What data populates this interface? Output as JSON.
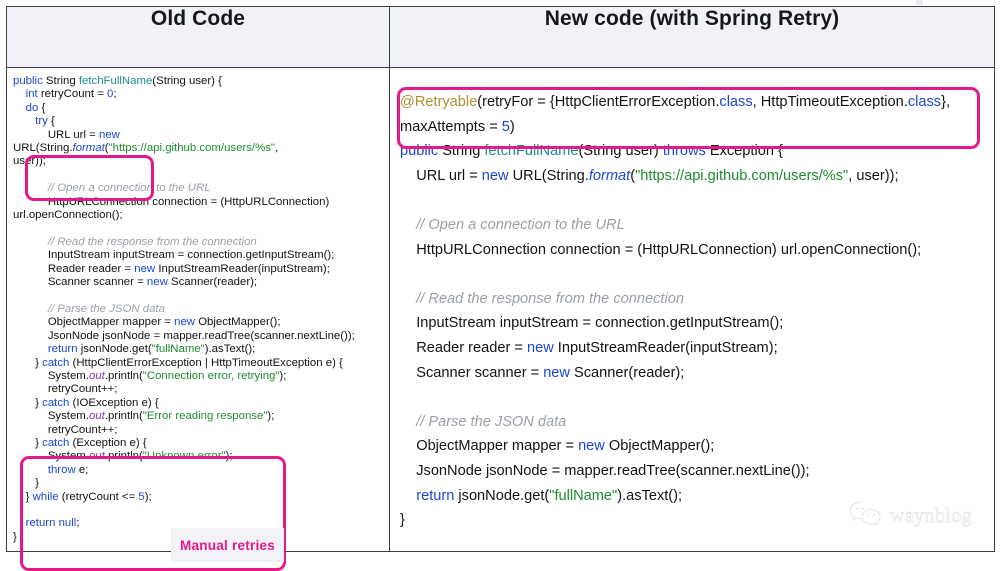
{
  "colors": {
    "accent_magenta": "#e6198c",
    "header_bg": "#f0f2f7",
    "border": "#3a3f44",
    "keyword_blue": "#1a47d8",
    "string_green": "#1f8b2f",
    "comment_gray": "#9aa0a6",
    "type_teal": "#1f7a8c",
    "annotation_olive": "#a99130",
    "label_bg": "#f3f2f7"
  },
  "table": {
    "headers": {
      "left": "Old Code",
      "right": "New code (with Spring Retry)"
    }
  },
  "old_code": {
    "lines": [
      "public String fetchFullName(String user) {",
      "  int retryCount = 0;",
      "  do {",
      "    try {",
      "      URL url = new URL(String.format(\"https://api.github.com/users/%s\", user));",
      "",
      "      // Open a connection to the URL",
      "      HttpURLConnection connection = (HttpURLConnection) url.openConnection();",
      "",
      "      // Read the response from the connection",
      "      InputStream inputStream = connection.getInputStream();",
      "      Reader reader = new InputStreamReader(inputStream);",
      "      Scanner scanner = new Scanner(reader);",
      "",
      "      // Parse the JSON data",
      "      ObjectMapper mapper = new ObjectMapper();",
      "      JsonNode jsonNode = mapper.readTree(scanner.nextLine());",
      "      return jsonNode.get(\"fullName\").asText();",
      "    } catch (HttpClientErrorException | HttpTimeoutException e) {",
      "      System.out.println(\"Connection error, retrying\");",
      "      retryCount++;",
      "    } catch (IOException e) {",
      "      System.out.println(\"Error reading response\");",
      "      retryCount++;",
      "    } catch (Exception e) {",
      "      System.out.println(\"Unknown error\");",
      "      throw e;",
      "    }",
      "  } while (retryCount <= 5);",
      "",
      "  return null;",
      "}"
    ],
    "annotation_label": "Manual retries"
  },
  "new_code": {
    "lines": [
      "@Retryable(retryFor = {HttpClientErrorException.class, HttpTimeoutException.class},",
      "maxAttempts = 5)",
      "public String fetchFullName(String user) throws Exception {",
      "   URL url = new URL(String.format(\"https://api.github.com/users/%s\", user));",
      "",
      "   // Open a connection to the URL",
      "   HttpURLConnection connection = (HttpURLConnection) url.openConnection();",
      "",
      "   // Read the response from the connection",
      "   InputStream inputStream = connection.getInputStream();",
      "   Reader reader = new InputStreamReader(inputStream);",
      "   Scanner scanner = new Scanner(reader);",
      "",
      "   // Parse the JSON data",
      "   ObjectMapper mapper = new ObjectMapper();",
      "   JsonNode jsonNode = mapper.readTree(scanner.nextLine());",
      "   return jsonNode.get(\"fullName\").asText();",
      "}"
    ]
  },
  "watermark": {
    "text": "waynblog",
    "icon": "wechat-icon"
  }
}
